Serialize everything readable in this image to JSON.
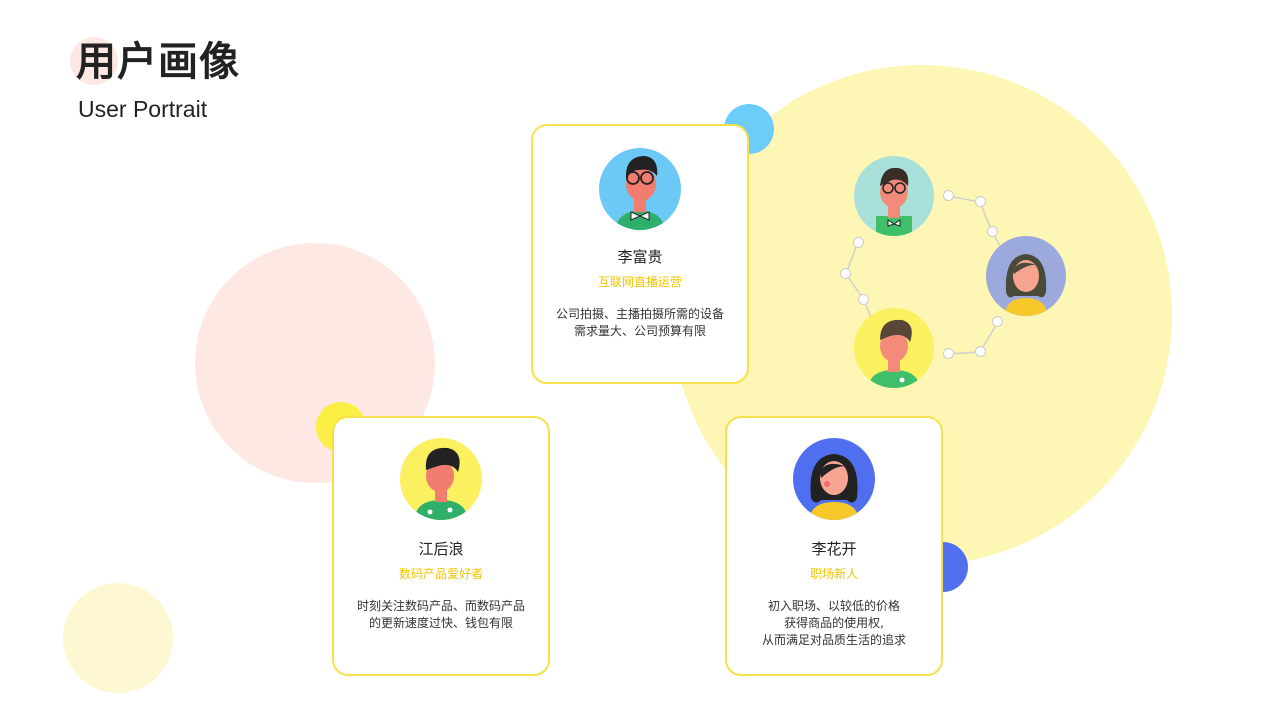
{
  "header": {
    "title": "用户画像",
    "subtitle": "User Portrait"
  },
  "colors": {
    "accent_yellow": "#f7e14a",
    "role_text": "#f3c400",
    "bg_pink": "#fde8e4",
    "bg_yellow": "#fdf6b4",
    "dot_blue": "#6ccdfa",
    "dot_yellow": "#fbee44",
    "dot_indigo": "#5170f0"
  },
  "cards": [
    {
      "name": "李富贵",
      "role": "互联网直播运营",
      "desc": [
        "公司拍摄、主播拍摄所需的设备",
        "需求量大、公司预算有限"
      ],
      "avatar_icon": "glasses-man-avatar-icon"
    },
    {
      "name": "江后浪",
      "role": "数码产品爱好者",
      "desc": [
        "时刻关注数码产品、而数码产品",
        "的更新速度过快、钱包有限"
      ],
      "avatar_icon": "young-man-avatar-icon"
    },
    {
      "name": "李花开",
      "role": "职场新人",
      "desc": [
        "初入职场、以较低的价格",
        "获得商品的使用权,",
        "从而满足对品质生活的追求"
      ],
      "avatar_icon": "young-woman-avatar-icon"
    }
  ]
}
